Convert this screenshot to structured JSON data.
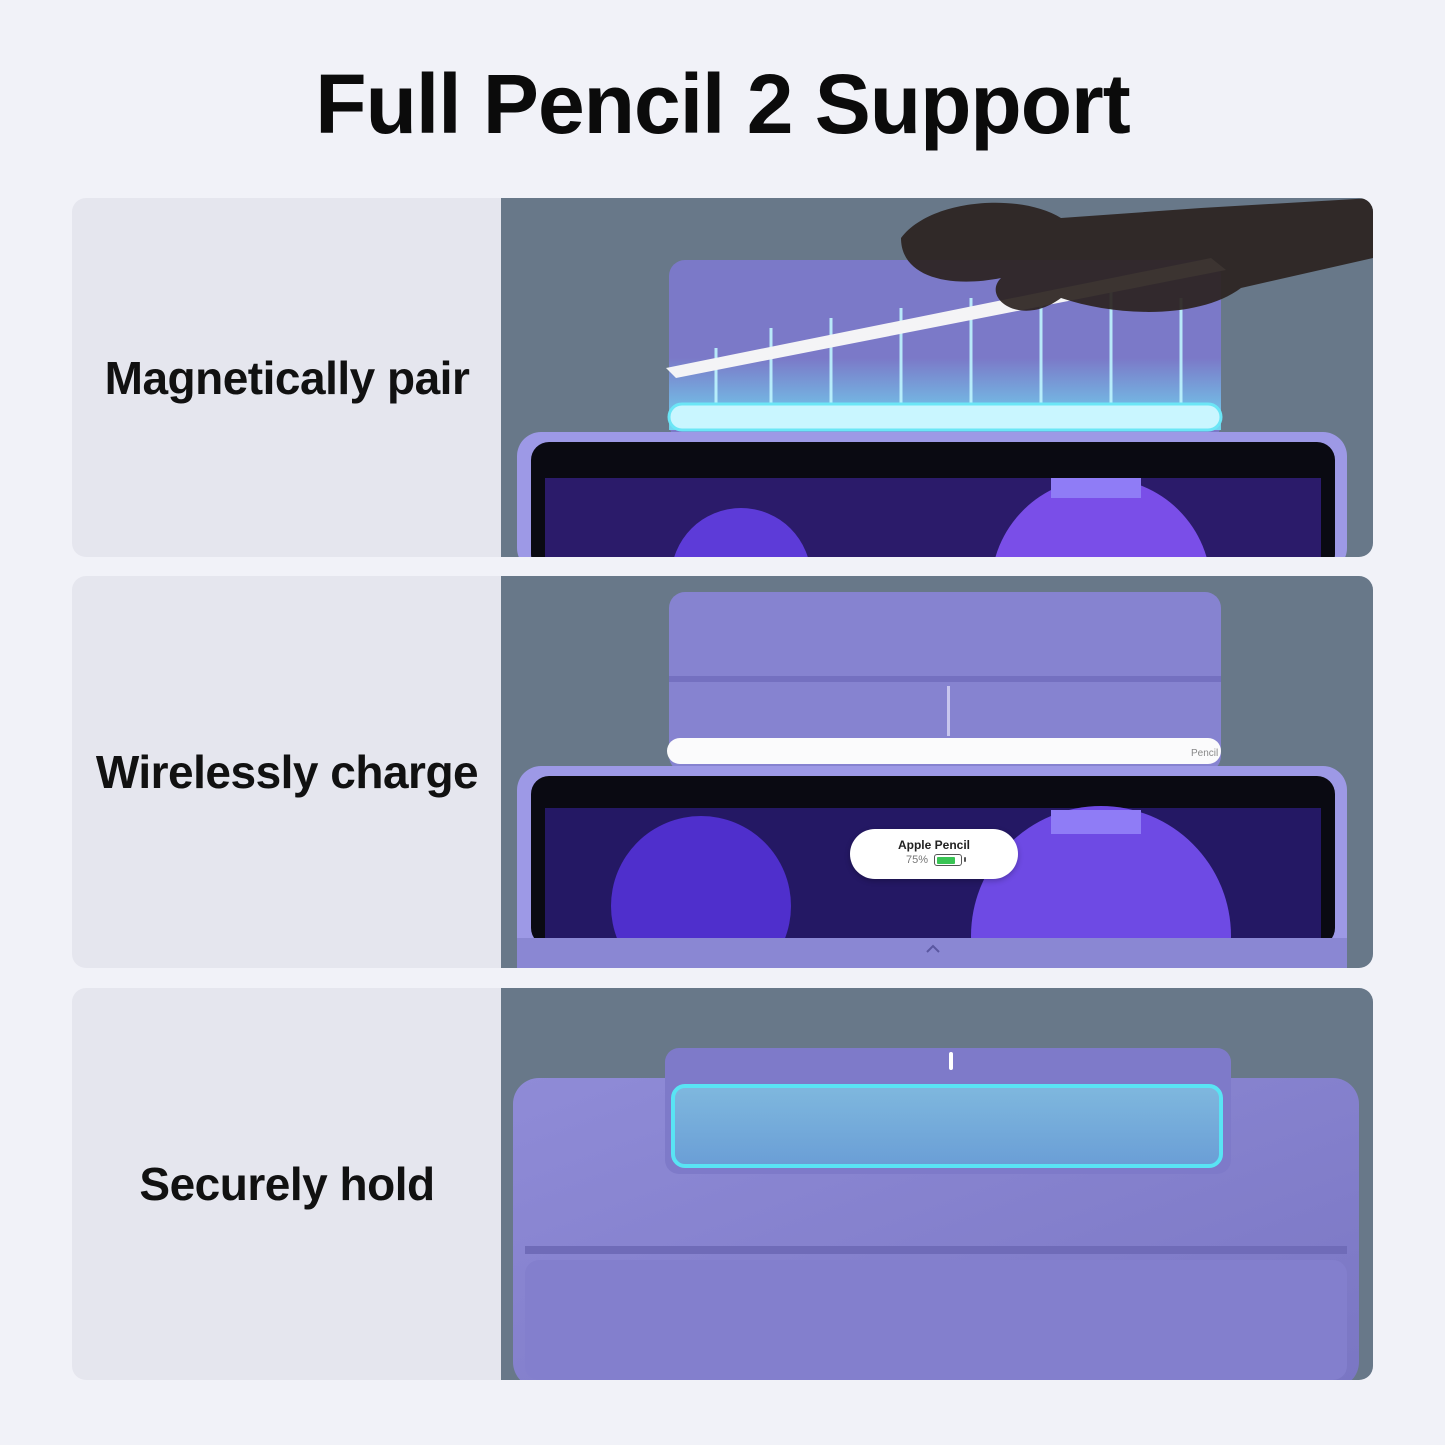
{
  "title": "Full Pencil 2 Support",
  "features": [
    {
      "label": "Magnetically pair",
      "photo_icon": "pencil-attach-icon"
    },
    {
      "label": "Wirelessly charge",
      "photo_icon": "pencil-charging-icon"
    },
    {
      "label": "Securely hold",
      "photo_icon": "pencil-holder-icon"
    }
  ],
  "charge_popup": {
    "title": "Apple Pencil",
    "level": "75%"
  },
  "pencil_brand": "Pencil",
  "colors": {
    "case_purple": "#8a87d3",
    "photo_bg": "#687889",
    "glow": "#5fe3f3",
    "label_panel": "#e5e6ee"
  }
}
